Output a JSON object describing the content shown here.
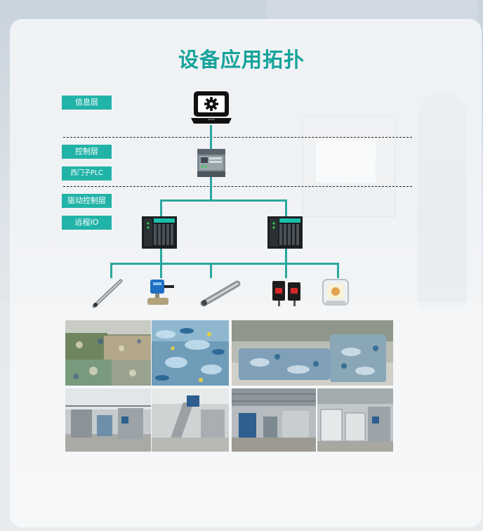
{
  "title": "设备应用拓扑",
  "layers": {
    "info": "信息层",
    "control": "控制层",
    "plc": "西门子PLC",
    "drive": "驱动控制层",
    "remote_io": "远程IO"
  },
  "icons": {
    "hmi": "laptop-gear-icon",
    "plc": "plc-controller-icon",
    "io": "remote-io-module-icon",
    "probe": "probe-sensor-icon",
    "valve": "electric-valve-icon",
    "tube": "cylindrical-sensor-icon",
    "photo": "photoelectric-sensor-icon",
    "relay": "relay-icon"
  },
  "colors": {
    "accent": "#22b3a8",
    "title": "#16a39a",
    "wire": "#2aa79e",
    "separator": "#222222"
  }
}
